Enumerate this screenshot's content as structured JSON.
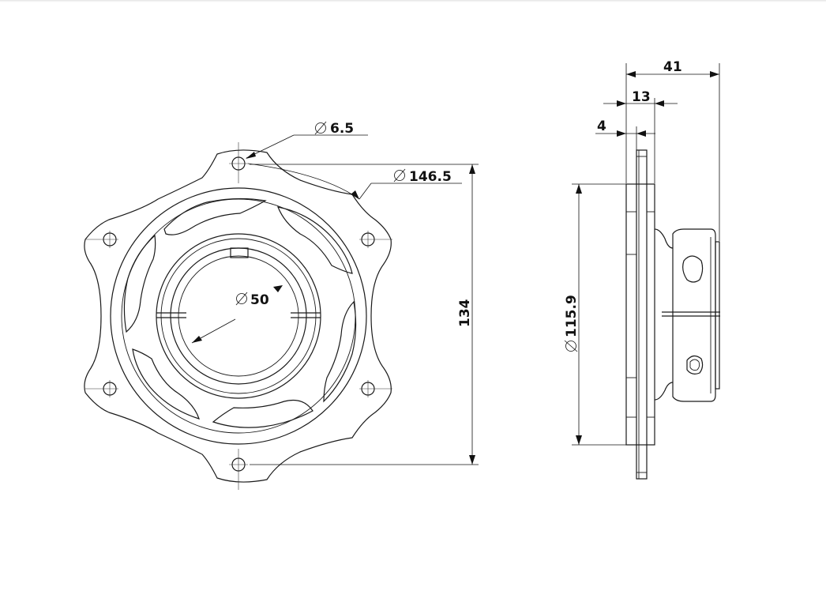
{
  "drawing": {
    "front_view": {
      "dims": {
        "bolt_hole": "6.5",
        "bolt_circle": "146.5",
        "bore": "50",
        "height": "134"
      }
    },
    "side_view": {
      "dims": {
        "overall_width": "41",
        "hub_offset": "13",
        "flange_thickness": "4",
        "flange_diameter": "115.9"
      }
    }
  }
}
